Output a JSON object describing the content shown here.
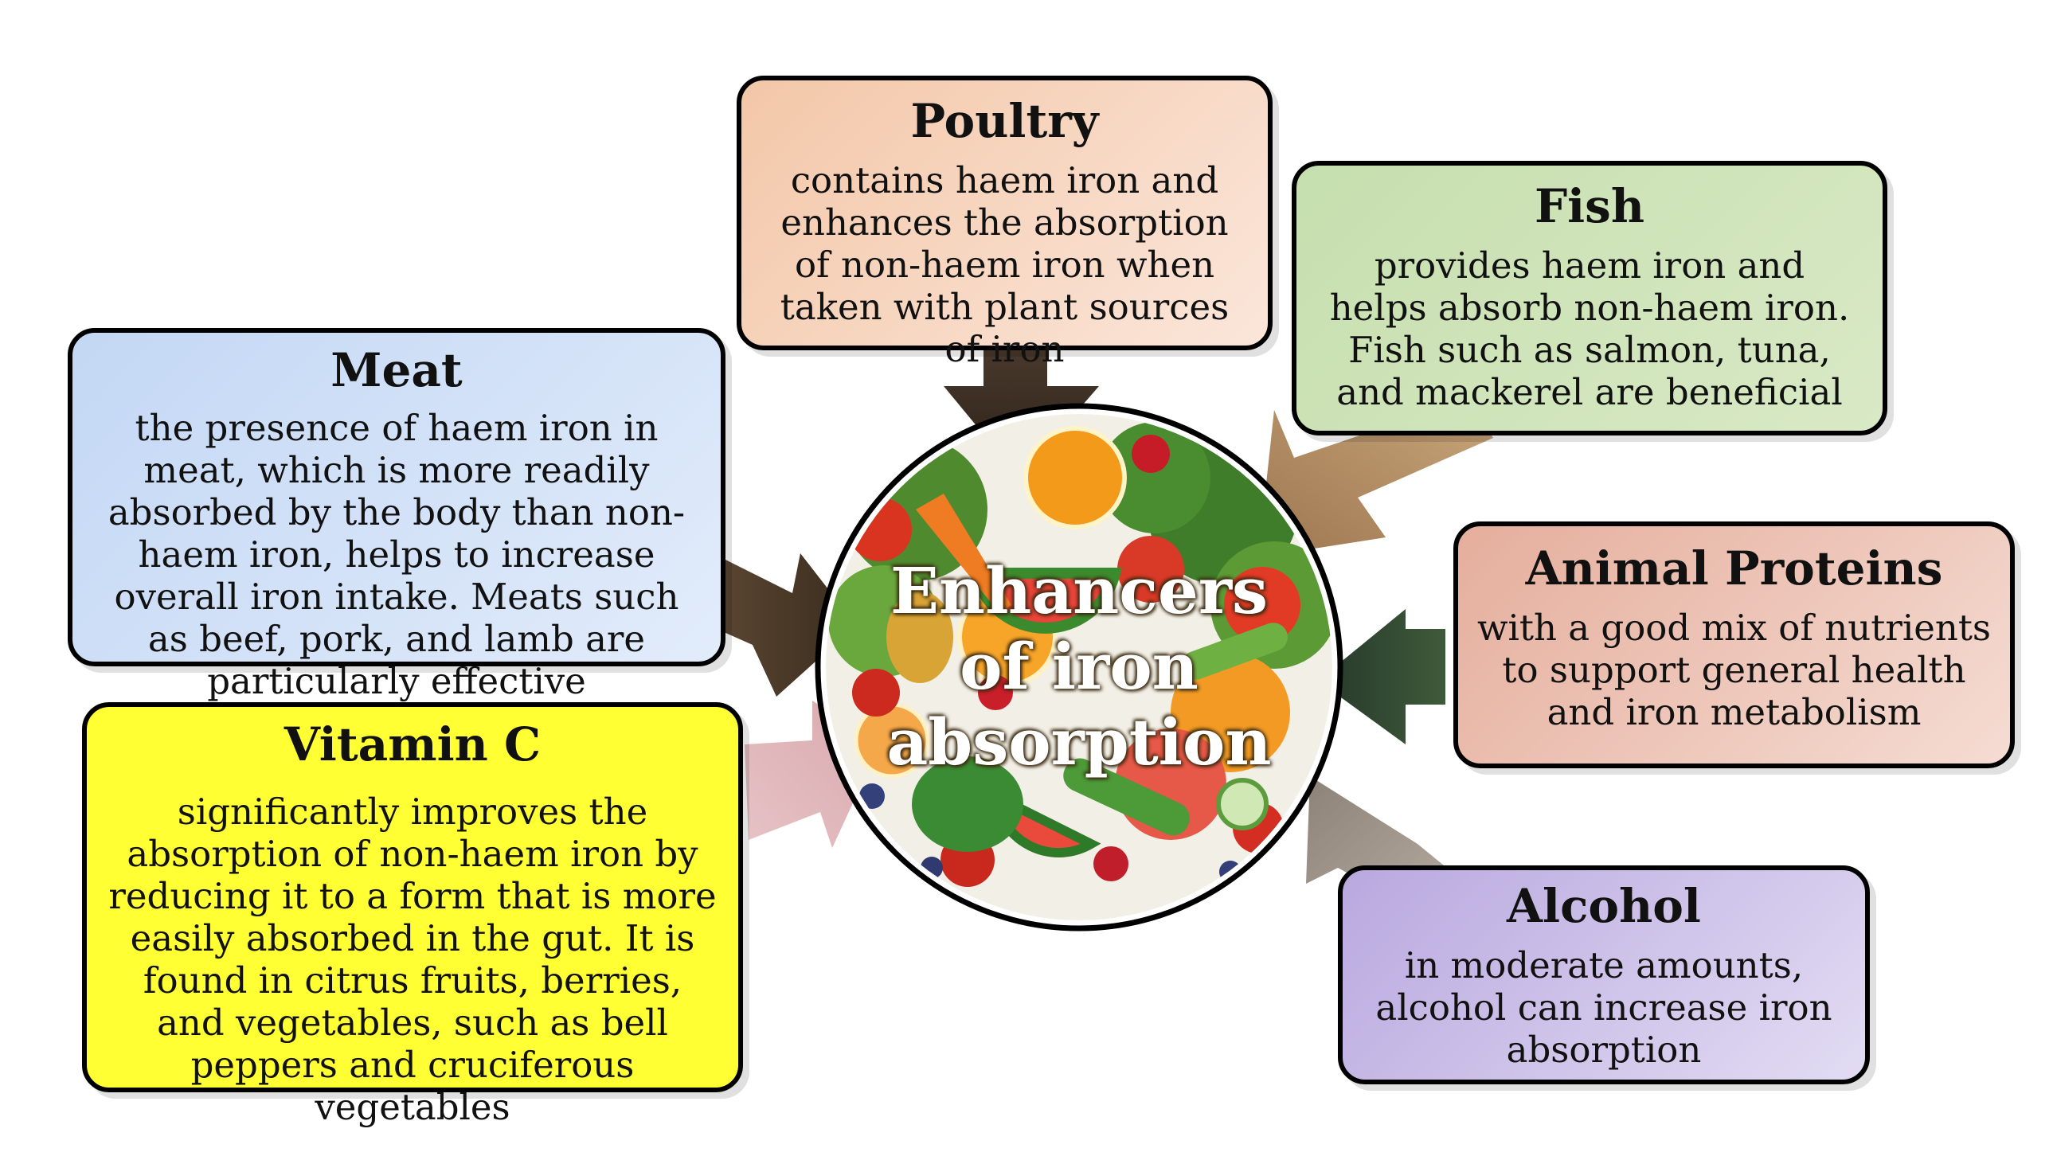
{
  "center": {
    "title": "Enhancers of iron absorption"
  },
  "boxes": {
    "poultry": {
      "title": "Poultry",
      "text": "contains haem iron and enhances the absorption of non-haem iron when taken with plant sources of iron"
    },
    "fish": {
      "title": "Fish",
      "text": "provides haem iron and helps absorb non-haem iron. Fish such as salmon, tuna, and mackerel are beneficial"
    },
    "meat": {
      "title": "Meat",
      "text": "the presence of haem iron in meat, which is more readily absorbed by the body than non-haem iron, helps to increase overall iron intake. Meats such as beef, pork, and lamb are particularly effective"
    },
    "animal_proteins": {
      "title": "Animal Proteins",
      "text": "with a good mix of nutrients to support general health and iron metabolism"
    },
    "vitamin_c": {
      "title": "Vitamin C",
      "text": "significantly improves the absorption of non-haem iron by reducing it to a form that is more easily absorbed in the gut. It is found in citrus fruits, berries, and vegetables, such as bell peppers and cruciferous vegetables"
    },
    "alcohol": {
      "title": "Alcohol",
      "text": "in moderate amounts, alcohol can increase iron absorption"
    }
  },
  "colors": {
    "poultry_bg": "#f6d3bd",
    "fish_bg": "#cfe3b8",
    "meat_bg": "#d2e2f8",
    "animal_proteins_bg": "#ebc0b2",
    "vitamin_c_bg": "#ffff33",
    "alcohol_bg": "#cbbde8"
  }
}
